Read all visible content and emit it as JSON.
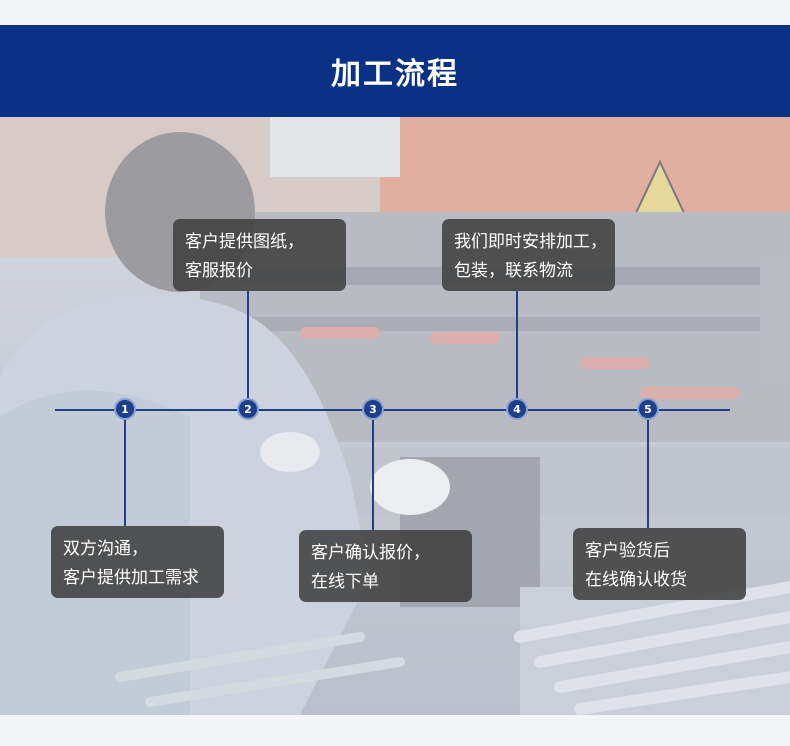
{
  "title": "加工流程",
  "steps": [
    {
      "number": "1",
      "line1": "双方沟通，",
      "line2": "客户提供加工需求"
    },
    {
      "number": "2",
      "line1": "客户提供图纸，",
      "line2": "客服报价"
    },
    {
      "number": "3",
      "line1": "客户确认报价，",
      "line2": "在线下单"
    },
    {
      "number": "4",
      "line1": "我们即时安排加工，",
      "line2": "包装，联系物流"
    },
    {
      "number": "5",
      "line1": "客户验货后",
      "line2": "在线确认收货"
    }
  ],
  "colors": {
    "banner": "#0b3184",
    "timeline": "#1e3f8c",
    "box": "#404040"
  }
}
